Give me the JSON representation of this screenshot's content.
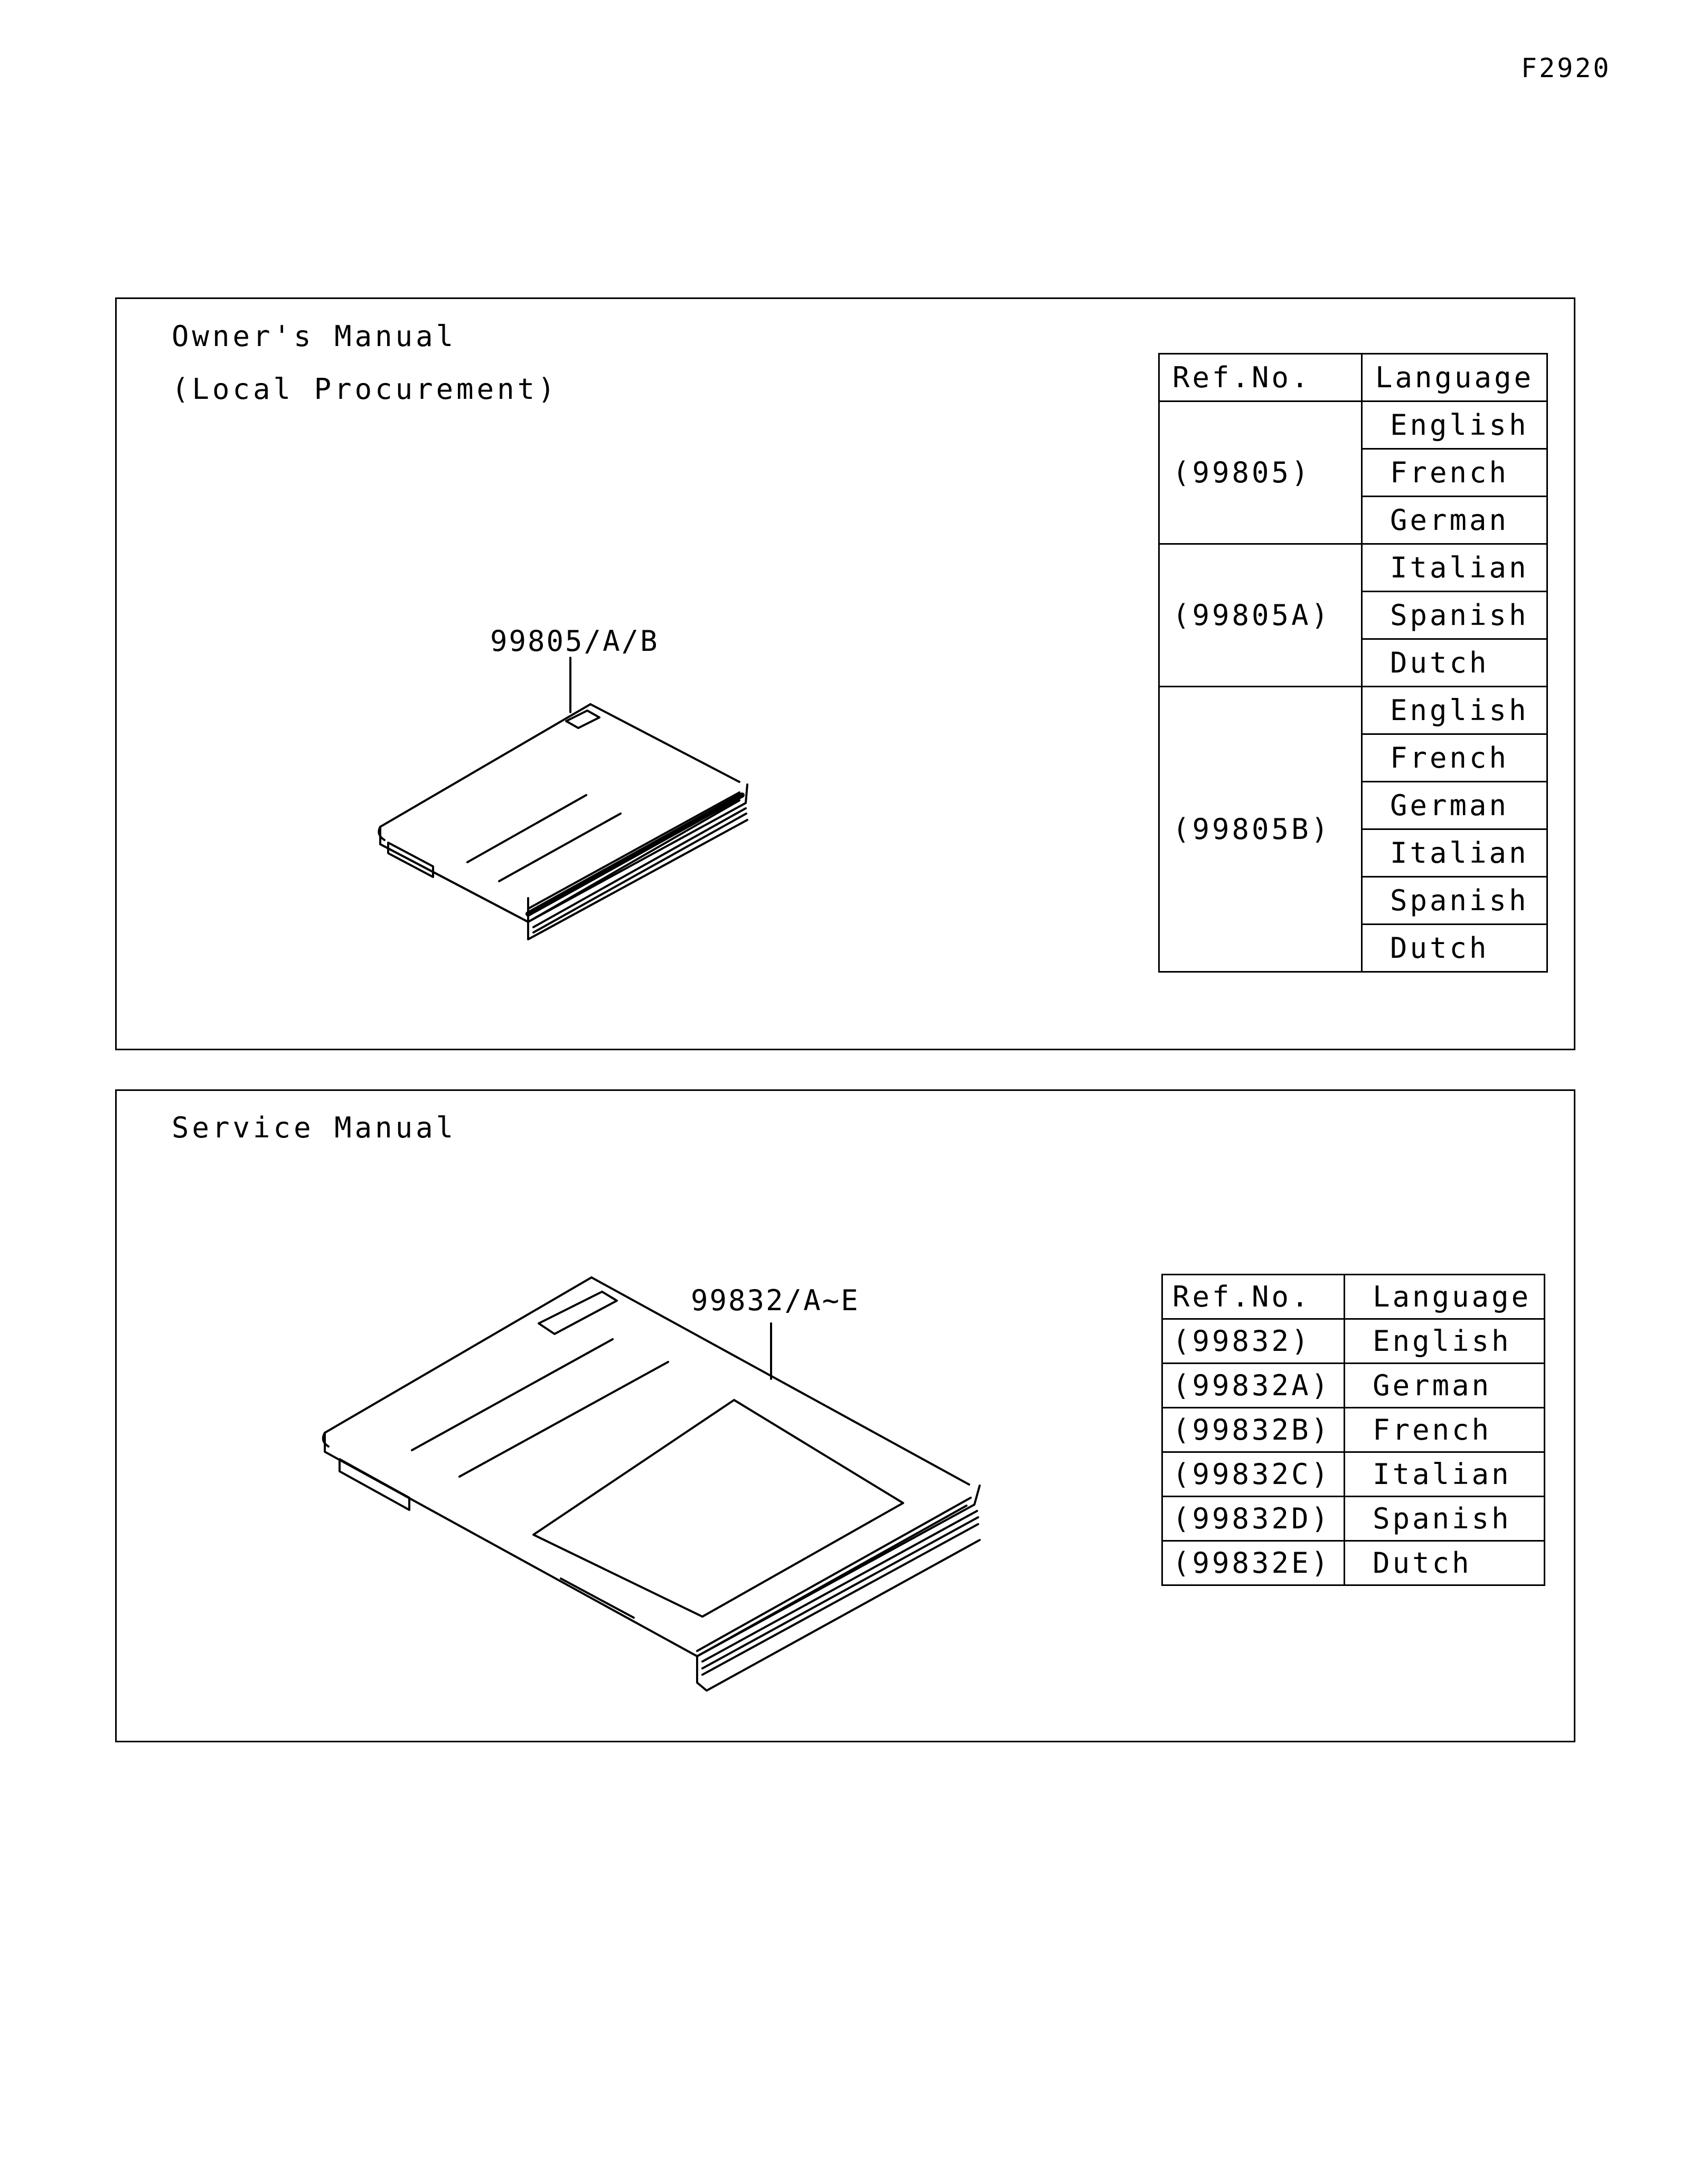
{
  "figure_id": "F2920",
  "owners_manual": {
    "title_line1": "Owner's Manual",
    "title_line2": "(Local Procurement)",
    "callout": "99805/A/B",
    "table": {
      "header_ref": "Ref.No.",
      "header_lang": "Language",
      "groups": [
        {
          "ref": "(99805)",
          "languages": [
            "English",
            "French",
            "German"
          ]
        },
        {
          "ref": "(99805A)",
          "languages": [
            "Italian",
            "Spanish",
            "Dutch"
          ]
        },
        {
          "ref": "(99805B)",
          "languages": [
            "English",
            "French",
            "German",
            "Italian",
            "Spanish",
            "Dutch"
          ]
        }
      ]
    }
  },
  "service_manual": {
    "title": "Service Manual",
    "callout": "99832/A~E",
    "table": {
      "header_ref": "Ref.No.",
      "header_lang": "Language",
      "rows": [
        {
          "ref": "(99832)",
          "language": "English"
        },
        {
          "ref": "(99832A)",
          "language": "German"
        },
        {
          "ref": "(99832B)",
          "language": "French"
        },
        {
          "ref": "(99832C)",
          "language": "Italian"
        },
        {
          "ref": "(99832D)",
          "language": "Spanish"
        },
        {
          "ref": "(99832E)",
          "language": "Dutch"
        }
      ]
    }
  }
}
